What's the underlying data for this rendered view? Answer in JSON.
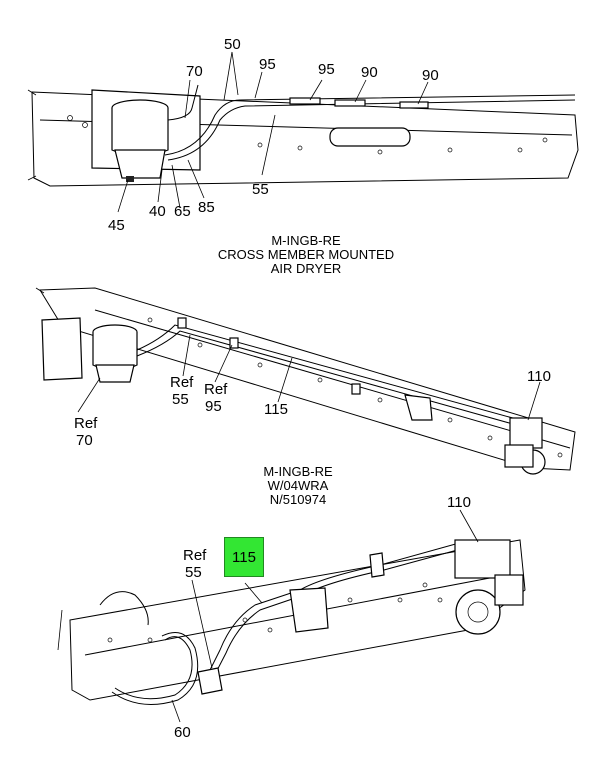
{
  "callouts": {
    "c50": "50",
    "c70": "70",
    "c95a": "95",
    "c95b": "95",
    "c90a": "90",
    "c90b": "90",
    "c55": "55",
    "c45": "45",
    "c40": "40",
    "c65": "65",
    "c85": "85",
    "c110a": "110",
    "ref70": "Ref",
    "ref70_num": "70",
    "ref55": "Ref",
    "ref55_num": "55",
    "ref95": "Ref",
    "ref95_num": "95",
    "c115a": "115",
    "c110b": "110",
    "ref55b": "Ref",
    "ref55b_num": "55",
    "c115_highlight": "115",
    "c60": "60"
  },
  "captions": {
    "view1_line1": "M-INGB-RE",
    "view1_line2": "CROSS MEMBER MOUNTED",
    "view1_line3": "AIR DRYER",
    "view2_line1": "M-INGB-RE",
    "view2_line2": "W/04WRA",
    "view2_line3": "N/510974"
  },
  "colors": {
    "highlight": "#33e633",
    "line": "#000000",
    "background": "#ffffff"
  }
}
